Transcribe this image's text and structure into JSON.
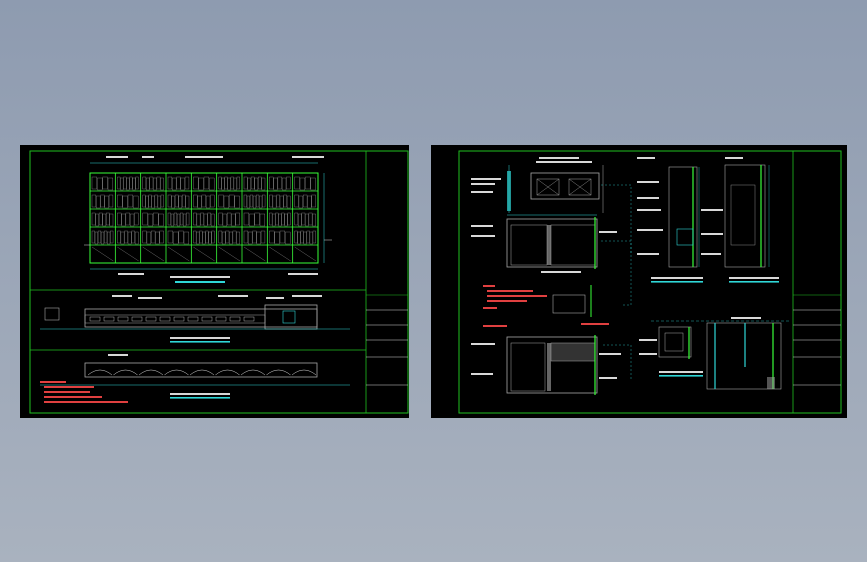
{
  "viewer": {
    "background": "#8e9bb0",
    "sheet_color": "#000000"
  },
  "palette": {
    "frame": "#1fbf1f",
    "line_gray": "#a8a8a8",
    "accent_cyan": "#2fd7d7",
    "accent_green": "#39ff39",
    "annotation_yellow": "#e8e84a",
    "annotation_red": "#e04040",
    "title_block_white": "#d8d8d8"
  },
  "sheets": [
    {
      "id": "left",
      "views": [
        "elevation",
        "plan",
        "ceiling-plan"
      ]
    },
    {
      "id": "right",
      "views": [
        "section-a",
        "section-b",
        "section-c",
        "detail-1",
        "detail-2",
        "detail-3",
        "detail-4"
      ]
    }
  ]
}
